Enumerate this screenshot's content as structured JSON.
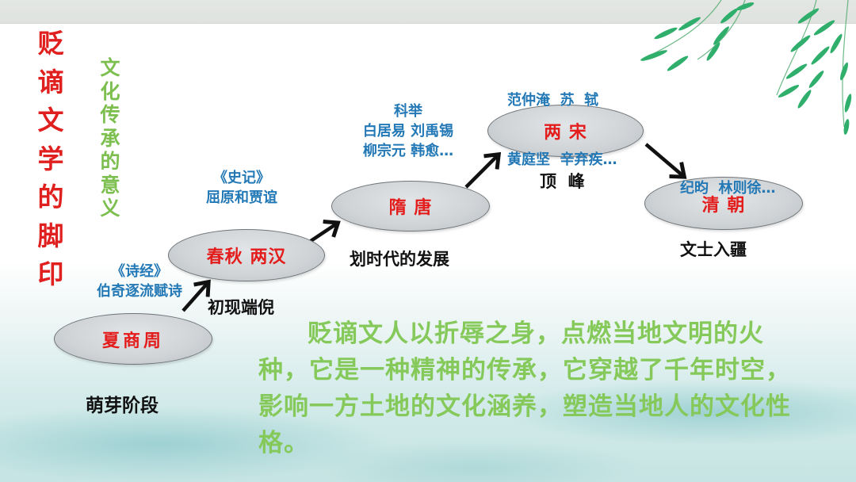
{
  "title": {
    "main_chars": [
      "贬",
      "谪",
      "文",
      "学",
      "的",
      "脚",
      "印"
    ],
    "main": "贬谪文学的脚印",
    "sub_chars": [
      "文",
      "化",
      "传",
      "承",
      "的",
      "意",
      "义"
    ],
    "sub": "文化传承的意义"
  },
  "colors": {
    "title_red": "#e01f1f",
    "subtitle_green": "#7cbf4f",
    "era_red": "#e31c1c",
    "note_blue": "#2378b6",
    "summary_green": "#86c95b",
    "ellipse_gray": "#cfd3d6"
  },
  "timeline": [
    {
      "era": "夏商周",
      "stage": "萌芽阶段",
      "notes": []
    },
    {
      "era": "春秋 两汉",
      "stage": "初现端倪",
      "notes": [
        "《诗经》",
        "伯奇逐流赋诗",
        "《史记》",
        "屈原和贾谊"
      ]
    },
    {
      "era": "隋 唐",
      "stage": "划时代的发展",
      "notes": [
        "科举",
        "白居易 刘禹锡",
        "柳宗元 韩愈…"
      ]
    },
    {
      "era": "两 宋",
      "stage": "顶  峰",
      "notes": [
        "范仲淹  苏  轼",
        "黄庭坚  辛弃疾…"
      ]
    },
    {
      "era": "清 朝",
      "stage": "文士入疆",
      "notes": [
        "纪昀  林则徐…"
      ]
    }
  ],
  "annotations": {
    "shijing_title": "《诗经》",
    "shijing_desc": "伯奇逐流赋诗",
    "shiji_title": "《史记》",
    "shiji_desc": "屈原和贾谊",
    "keju": "科举",
    "tang_poets_1": "白居易 刘禹锡",
    "tang_poets_2": "柳宗元 韩愈…",
    "song_poets_1": "范仲淹  苏  轼",
    "song_poets_2": "黄庭坚  辛弃疾…",
    "qing_people": "纪昀  林则徐…"
  },
  "summary": "贬谪文人以折辱之身，点燃当地文明的火种，它是一种精神的传承，它穿越了千年时空，影响一方土地的文化涵养，塑造当地人的文化性格。"
}
